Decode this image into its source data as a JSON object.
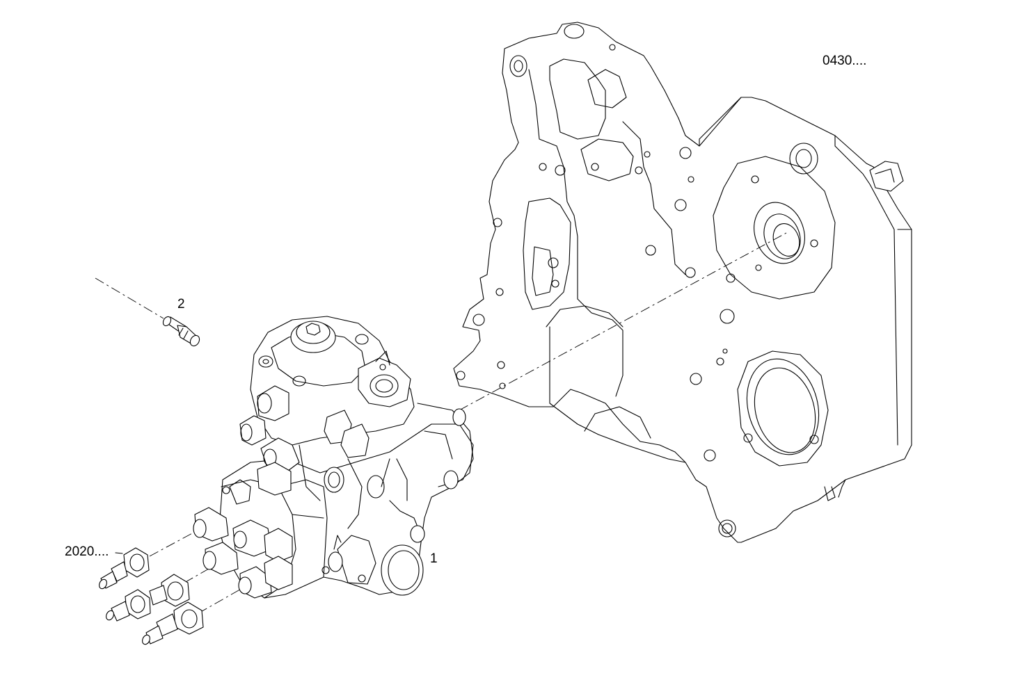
{
  "diagram": {
    "title": "Fuel injection pump and timing cover exploded view",
    "callouts": {
      "timing_cover": "0430....",
      "sensor": "2",
      "injector_lines": "2020....",
      "injection_pump": "1"
    },
    "line_color": "#000000",
    "background_color": "#ffffff"
  }
}
